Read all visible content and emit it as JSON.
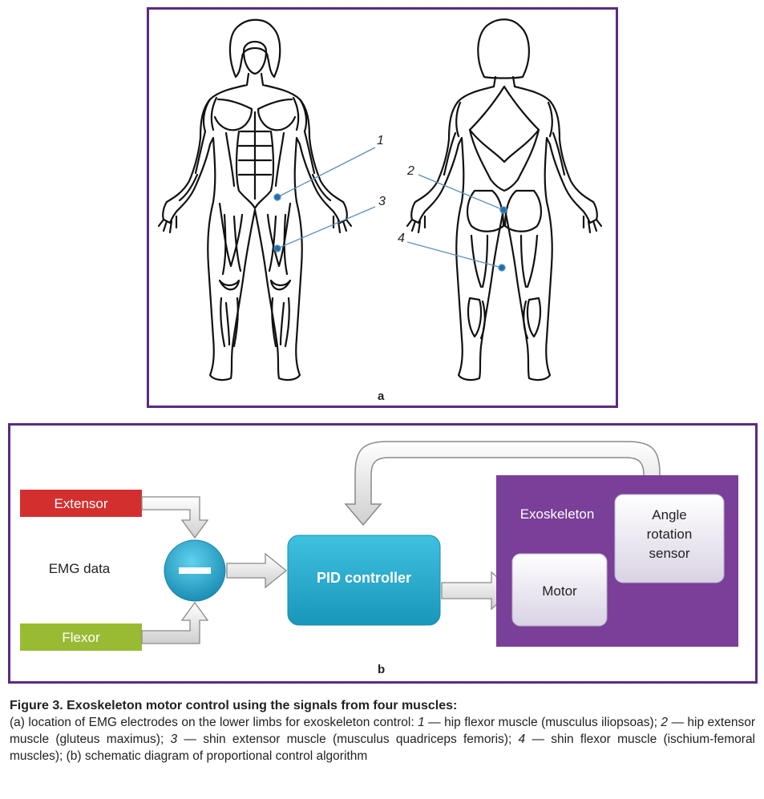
{
  "panel_a": {
    "letter": "a",
    "markers": [
      {
        "id": "1",
        "label": "1"
      },
      {
        "id": "2",
        "label": "2"
      },
      {
        "id": "3",
        "label": "3"
      },
      {
        "id": "4",
        "label": "4"
      }
    ]
  },
  "panel_b": {
    "letter": "b",
    "extensor_label": "Extensor",
    "flexor_label": "Flexor",
    "emg_label": "EMG data",
    "subtract_symbol": "—",
    "pid_label": "PID controller",
    "exoskeleton_label": "Exoskeleton",
    "motor_label": "Motor",
    "sensor_label_lines": [
      "Angle",
      "rotation",
      "sensor"
    ],
    "colors": {
      "extensor": "#d42f2f",
      "flexor": "#99bb33",
      "pid": "#22a9cc",
      "exoskeleton": "#7a3f98",
      "frame": "#5b2b83"
    }
  },
  "caption": {
    "title": "Figure 3. Exoskeleton motor control using the signals from four muscles:",
    "segments": [
      {
        "t": "(a) location of EMG electrodes on the lower limbs for exoskeleton control: ",
        "i": false
      },
      {
        "t": "1",
        "i": true
      },
      {
        "t": " — hip flexor muscle (musculus iliopsoas); ",
        "i": false
      },
      {
        "t": "2",
        "i": true
      },
      {
        "t": " — hip extensor muscle (gluteus maximus); ",
        "i": false
      },
      {
        "t": "3",
        "i": true
      },
      {
        "t": " — shin extensor muscle (musculus quadriceps femoris); ",
        "i": false
      },
      {
        "t": "4",
        "i": true
      },
      {
        "t": " — shin flexor muscle (ischium-femoral muscles); (b) schematic diagram of proportional control algorithm",
        "i": false
      }
    ]
  }
}
